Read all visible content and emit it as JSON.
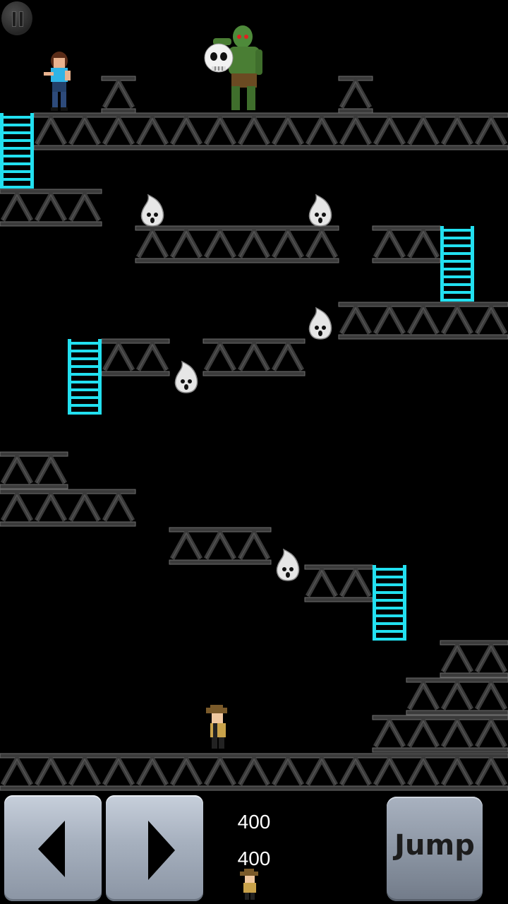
{
  "hud": {
    "score": "400",
    "high_score": "400",
    "jump_label": "Jump"
  },
  "controls": {
    "left_icon": "triangle-left-icon",
    "right_icon": "triangle-right-icon",
    "pause_icon": "pause-icon"
  },
  "colors": {
    "girder": "#3b3b3b",
    "girder_edge": "#6e6e6e",
    "ladder": "#22e0f0",
    "background": "#000000"
  }
}
